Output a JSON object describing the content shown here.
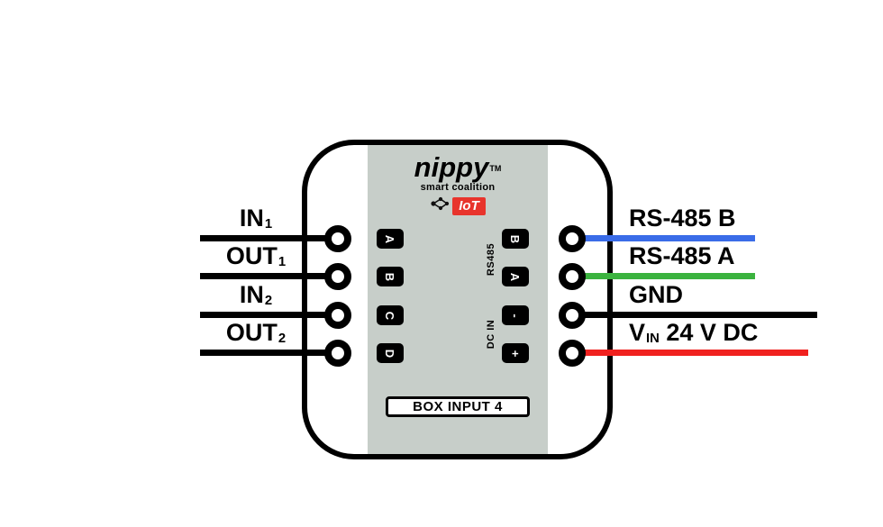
{
  "device": {
    "brand": "nippy",
    "trademark": "TM",
    "tagline": "smart coalition",
    "iot_badge": "IoT",
    "iot_badge_color": "#e8342c",
    "model_label": "BOX INPUT 4",
    "panel_color": "#c7cec9"
  },
  "groups": {
    "rs485": "RS485",
    "dcin": "DC IN"
  },
  "left_ports": [
    {
      "name": "IN",
      "sub": "1",
      "tag": "A",
      "wire_color": "#000000"
    },
    {
      "name": "OUT",
      "sub": "1",
      "tag": "B",
      "wire_color": "#000000"
    },
    {
      "name": "IN",
      "sub": "2",
      "tag": "C",
      "wire_color": "#000000"
    },
    {
      "name": "OUT",
      "sub": "2",
      "tag": "D",
      "wire_color": "#000000"
    }
  ],
  "right_ports": [
    {
      "name": "RS-485 B",
      "sub": "",
      "rest": "",
      "tag": "B",
      "wire_color": "#3a6ce8"
    },
    {
      "name": "RS-485 A",
      "sub": "",
      "rest": "",
      "tag": "A",
      "wire_color": "#3bb33f"
    },
    {
      "name": "GND",
      "sub": "",
      "rest": "",
      "tag": "-",
      "wire_color": "#000000"
    },
    {
      "name": "V",
      "sub": "IN",
      "rest": " 24 V DC",
      "tag": "+",
      "wire_color": "#f0211f"
    }
  ]
}
